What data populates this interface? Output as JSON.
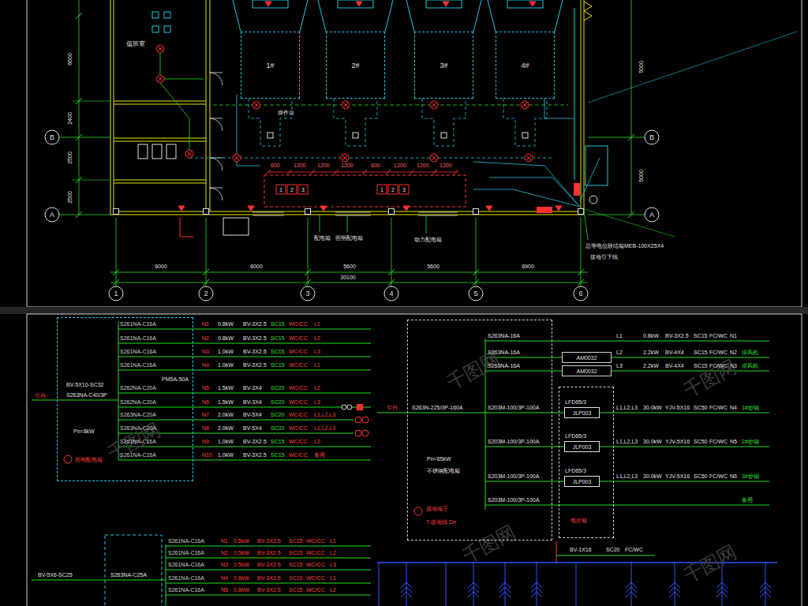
{
  "diagram": {
    "nodes": [
      {
        "text": [
          "1#"
        ]
      },
      {
        "text": [
          "2#"
        ]
      },
      {
        "text": [
          "3#"
        ]
      },
      {
        "text": [
          "4#"
        ]
      },
      {
        "text": [
          "Pn=8kW",
          "照明配电箱"
        ]
      },
      {
        "text": [
          "Pn=65kW",
          "不锈钢配电箱"
        ]
      },
      {
        "text": [
          "AM0032"
        ]
      },
      {
        "text": [
          "AM0032"
        ]
      },
      {
        "text": [
          "电控箱"
        ]
      },
      {
        "text": [
          "LFD65/3",
          "JLP003"
        ],
        "in": 8
      },
      {
        "text": [
          "LFD65/3",
          "JLP003"
        ],
        "in": 8
      },
      {
        "text": [
          "LFD65/3",
          "JLP003"
        ],
        "in": 8
      }
    ],
    "edges": [
      {
        "from": 5,
        "to": 6,
        "arrow": "none"
      },
      {
        "from": 5,
        "to": 7,
        "arrow": "none"
      },
      {
        "from": 5,
        "to": 9,
        "arrow": "none"
      },
      {
        "from": 5,
        "to": 10,
        "arrow": "none"
      },
      {
        "from": 5,
        "to": 11,
        "arrow": "none"
      }
    ],
    "labels": [
      "A",
      "B",
      "A",
      "B",
      "1",
      "2",
      "3",
      "4",
      "5",
      "6",
      "6000",
      "6000",
      "5600",
      "5600",
      "6900",
      "30100",
      "6600",
      "2400",
      "2500",
      "2500",
      "5000",
      "5000",
      "值班室",
      "操作台",
      "配电箱",
      "照明配电箱",
      "动力配电箱",
      "总等电位联结箱MEB-100X25X4",
      "1",
      "2",
      "3",
      "1",
      "2",
      "3",
      "接地引下线",
      "600",
      "1200",
      "1200",
      "1200",
      "600",
      "1200",
      "1200",
      "1200",
      "S261NA-C16A",
      "N1",
      "0.8kW",
      "BV-3X2.5",
      "SC15",
      "WC/CC",
      "L1",
      "S261NA-C16A",
      "N2",
      "0.8kW",
      "BV-3X2.5",
      "SC15",
      "WC/CC",
      "L2",
      "S261NA-C16A",
      "N3",
      "1.0kW",
      "BV-3X2.5",
      "SC15",
      "WC/CC",
      "L3",
      "S261NA-C16A",
      "N4",
      "1.0kW",
      "BV-3X2.5",
      "SC15",
      "WC/CC",
      "L1",
      "S262NA-C20A",
      "N5",
      "1.5kW",
      "BV-3X4",
      "SC20",
      "WC/CC",
      "L2",
      "S262NA-C20A",
      "N6",
      "1.5kW",
      "BV-3X4",
      "SC20",
      "WC/CC",
      "L3",
      "S263NA-C20A",
      "N7",
      "2.0kW",
      "BV-5X4",
      "SC20",
      "WC/CC",
      "L1,L2,L3",
      "S263NA-C20A",
      "N8",
      "2.0kW",
      "BV-5X4",
      "SC20",
      "WC/CC",
      "L1,L2,L3",
      "S261NA-C16A",
      "N9",
      "1.0kW",
      "BV-3X2.5",
      "SC15",
      "WC/CC",
      "L2",
      "S261NA-C16A",
      "N10",
      "1.0kW",
      "BV-3X2.5",
      "SC15",
      "WC/CC",
      "备用",
      "引自",
      "BV-5X10-SC32",
      "S263NA-C40/3P",
      "PM5A-50A",
      "S263NA-16A",
      "L1",
      "0.8kW",
      "BV-3X2.5",
      "SC15",
      "FC/WC",
      "N1",
      "S263NA-16A",
      "L2",
      "2.2kW",
      "BV-4X4",
      "SC15",
      "FC/WC",
      "N2",
      "S263NA-16A",
      "L3",
      "2.2kW",
      "BV-4X4",
      "SC15",
      "FC/WC",
      "N3",
      "S203M-100/3P-100A",
      "L1,L2,L3",
      "30.0kW",
      "YJV-5X16",
      "SC50",
      "FC/WC",
      "N4",
      "S203M-100/3P-100A",
      "L1,L2,L3",
      "30.0kW",
      "YJV-5X16",
      "SC50",
      "FC/WC",
      "N5",
      "S203M-100/3P-100A",
      "L1,L2,L3",
      "30.0kW",
      "YJV-5X16",
      "SC50",
      "FC/WC",
      "N6",
      "排风机",
      "排风机",
      "1#炒锅",
      "2#炒锅",
      "3#炒锅",
      "S203M-100/3P-100A",
      "备用",
      "引自",
      "S263N-225/3P-160A",
      "接地端子",
      "T-接地线 Dn",
      "BV-1X16",
      "SC20",
      "FC/WC",
      "S261NA-C16A",
      "N1",
      "0.5kW",
      "BV-3X2.5",
      "SC15",
      "WC/CC",
      "L1",
      "S261NA-C16A",
      "N2",
      "0.5kW",
      "BV-3X2.5",
      "SC15",
      "WC/CC",
      "L2",
      "S261NA-C16A",
      "N3",
      "0.5kW",
      "BV-3X2.5",
      "SC15",
      "WC/CC",
      "L3",
      "S261NA-C16A",
      "N4",
      "0.8kW",
      "BV-3X2.5",
      "SC15",
      "WC/CC",
      "L1",
      "S261NA-C16A",
      "N5",
      "0.8kW",
      "BV-3X2.5",
      "SC15",
      "WC/CC",
      "L2",
      "BV-5X6-SC25",
      "S263NA-C25A",
      "千图网",
      "千图网",
      "千图网",
      "千图网",
      "千图网"
    ]
  }
}
